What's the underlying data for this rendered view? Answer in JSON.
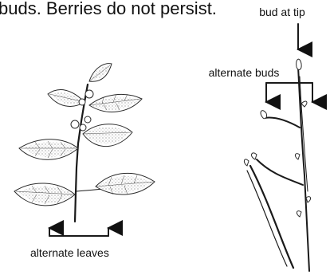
{
  "header": {
    "cut_text": "buds. Berries do not persist."
  },
  "labels": {
    "bud_at_tip": "bud at tip",
    "alternate_buds": "alternate buds",
    "alternate_leaves": "alternate leaves"
  },
  "colors": {
    "ink": "#1a1a1a",
    "background": "#ffffff"
  }
}
